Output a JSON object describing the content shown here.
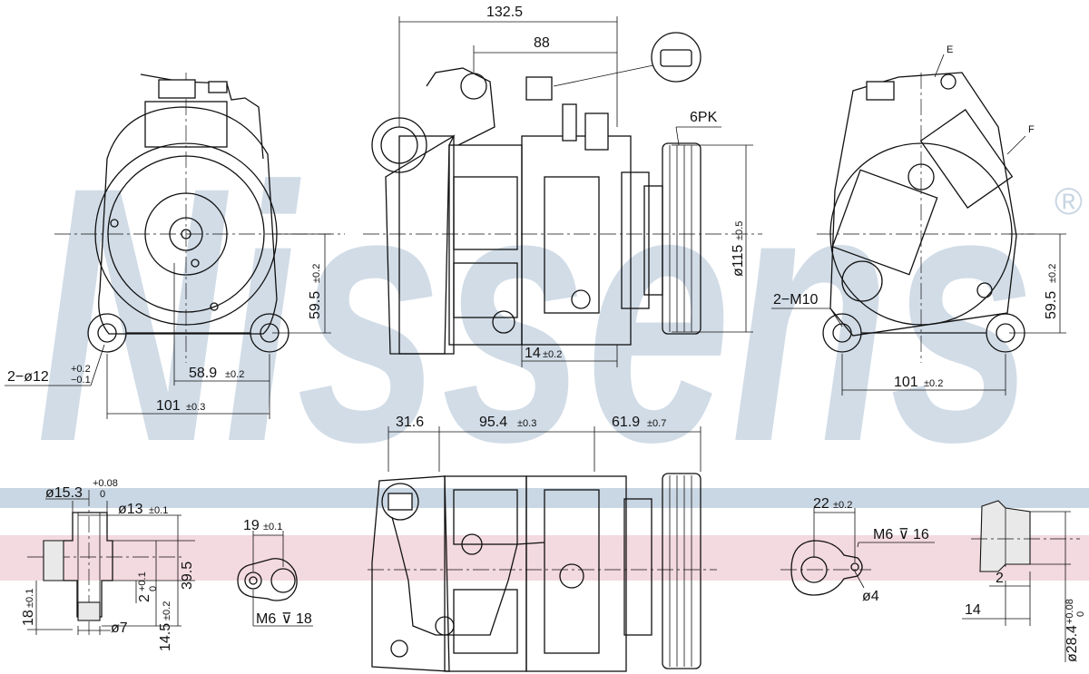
{
  "watermark": {
    "text": "Nissens",
    "registered_mark": "®",
    "color": "#c9d6e3",
    "band_color": "#f3d9e0"
  },
  "front_view": {
    "dims": {
      "width": "101",
      "width_tol": "±0.3",
      "offset": "58.9",
      "offset_tol": "±0.2",
      "height": "59.5",
      "height_tol": "±0.2",
      "holes": "2−ø12",
      "holes_tol_top": "+0.2",
      "holes_tol_bottom": "−0.1"
    }
  },
  "side_view": {
    "dims": {
      "overall": "132.5",
      "connector": "88",
      "belt": "6PK",
      "pulley_dia": "ø115",
      "pulley_dia_tol": "±0.5",
      "pulley_offset": "14",
      "pulley_offset_tol": "±0.2"
    }
  },
  "rear_view": {
    "dims": {
      "threads": "2−M10",
      "width": "101",
      "width_tol": "±0.2",
      "height": "59.5",
      "height_tol": "±0.2",
      "label_e": "E",
      "label_f": "F"
    }
  },
  "top_view": {
    "dims": {
      "a": "31.6",
      "b": "95.4",
      "b_tol": "±0.3",
      "c": "61.9",
      "c_tol": "±0.7"
    }
  },
  "port_a": {
    "dims": {
      "d1": "ø15.3",
      "d1_tol_top": "+0.08",
      "d1_tol_bottom": "0",
      "d2": "ø13",
      "d2_tol": "±0.1",
      "h1": "39.5",
      "h2": "14.5",
      "h2_tol": "±0.2",
      "h3": "2",
      "h3_tol_top": "+0.1",
      "h3_tol_bottom": "0",
      "h4": "18",
      "h4_tol": "±0.1",
      "d3": "ø7"
    }
  },
  "port_b": {
    "dims": {
      "spacing": "19",
      "spacing_tol": "±0.1",
      "thread": "M6",
      "thread_depth": "18"
    }
  },
  "port_c": {
    "dims": {
      "spacing": "22",
      "spacing_tol": "±0.2",
      "thread": "M6",
      "thread_depth": "16",
      "pin": "ø4"
    }
  },
  "port_d": {
    "dims": {
      "length": "14",
      "step": "2",
      "dia": "ø28.4",
      "dia_tol_top": "+0.08",
      "dia_tol_bottom": "0"
    }
  }
}
